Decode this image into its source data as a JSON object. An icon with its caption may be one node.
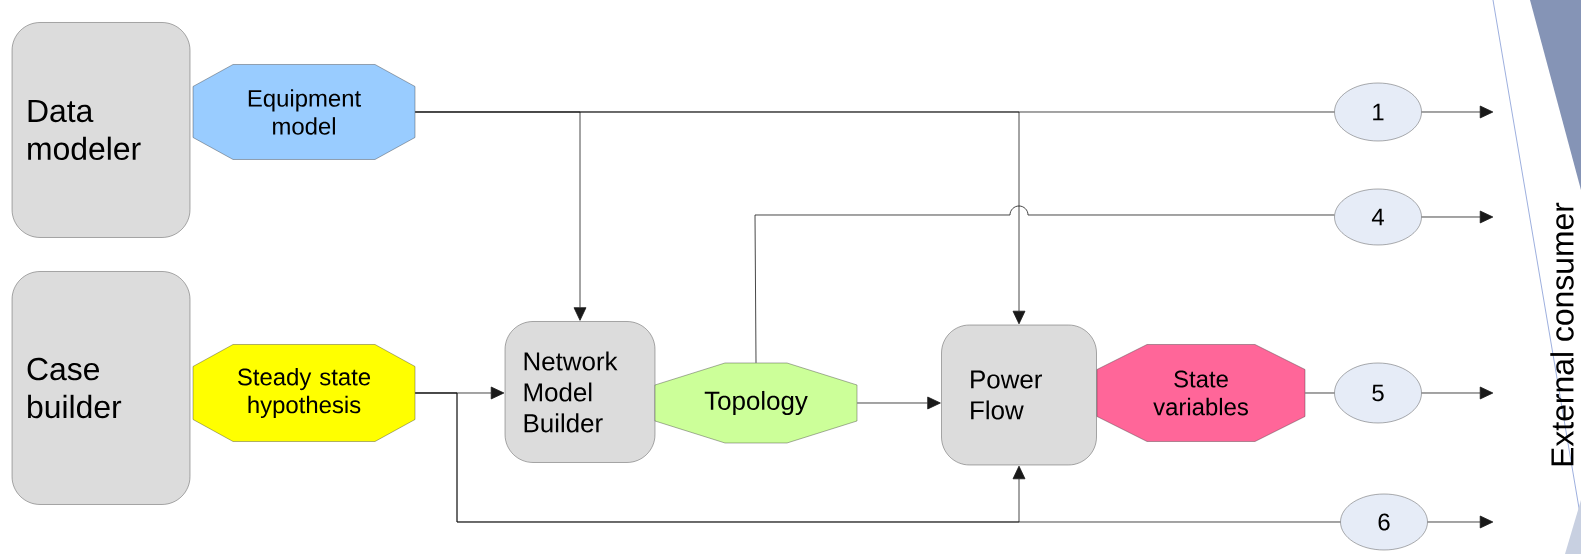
{
  "diagram": {
    "nodes": [
      {
        "text": [
          "Data modeler"
        ]
      },
      {
        "text": [
          "Equipment model"
        ]
      },
      {
        "text": [
          "Case builder"
        ]
      },
      {
        "text": [
          "Steady state hypothesis"
        ]
      },
      {
        "text": [
          "Network Model Builder"
        ]
      },
      {
        "text": [
          "Topology"
        ]
      },
      {
        "text": [
          "Power Flow"
        ]
      },
      {
        "text": [
          "State variables"
        ]
      },
      {
        "text": [
          "1"
        ]
      },
      {
        "text": [
          "4"
        ]
      },
      {
        "text": [
          "5"
        ]
      },
      {
        "text": [
          "6"
        ]
      },
      {
        "text": [
          "External consumer"
        ]
      }
    ],
    "edges": [
      {
        "from": 1,
        "to": 4,
        "arrow": "to"
      },
      {
        "from": 1,
        "to": 6,
        "arrow": "to"
      },
      {
        "from": 1,
        "to": 8,
        "arrow": "none"
      },
      {
        "from": 8,
        "to": 12,
        "arrow": "to"
      },
      {
        "from": 5,
        "to": 9,
        "arrow": "none"
      },
      {
        "from": 9,
        "to": 12,
        "arrow": "to"
      },
      {
        "from": 3,
        "to": 4,
        "arrow": "to"
      },
      {
        "from": 3,
        "to": 6,
        "arrow": "to"
      },
      {
        "from": 3,
        "to": 11,
        "arrow": "none"
      },
      {
        "from": 11,
        "to": 12,
        "arrow": "to"
      },
      {
        "from": 5,
        "to": 6,
        "arrow": "to"
      },
      {
        "from": 7,
        "to": 10,
        "arrow": "none"
      },
      {
        "from": 10,
        "to": 12,
        "arrow": "to"
      }
    ]
  }
}
